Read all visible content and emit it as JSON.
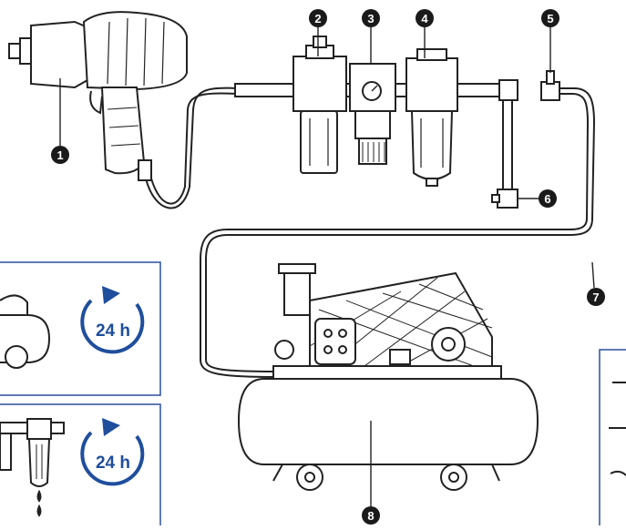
{
  "callouts": [
    {
      "id": "impact-wrench",
      "label": "1"
    },
    {
      "id": "filter",
      "label": "2"
    },
    {
      "id": "regulator",
      "label": "3"
    },
    {
      "id": "lubricator",
      "label": "4"
    },
    {
      "id": "ball-valve",
      "label": "5"
    },
    {
      "id": "drain-valve",
      "label": "6"
    },
    {
      "id": "air-hose",
      "label": "7"
    },
    {
      "id": "compressor",
      "label": "8"
    }
  ],
  "maintenance": {
    "compressor_interval": "24 h",
    "unit_interval": "24 h"
  },
  "colors": {
    "line": "#222222",
    "callout_fill": "#1a1a1a",
    "badge_blue": "#1f4e9c",
    "panel_border": "#2b4f9e"
  }
}
